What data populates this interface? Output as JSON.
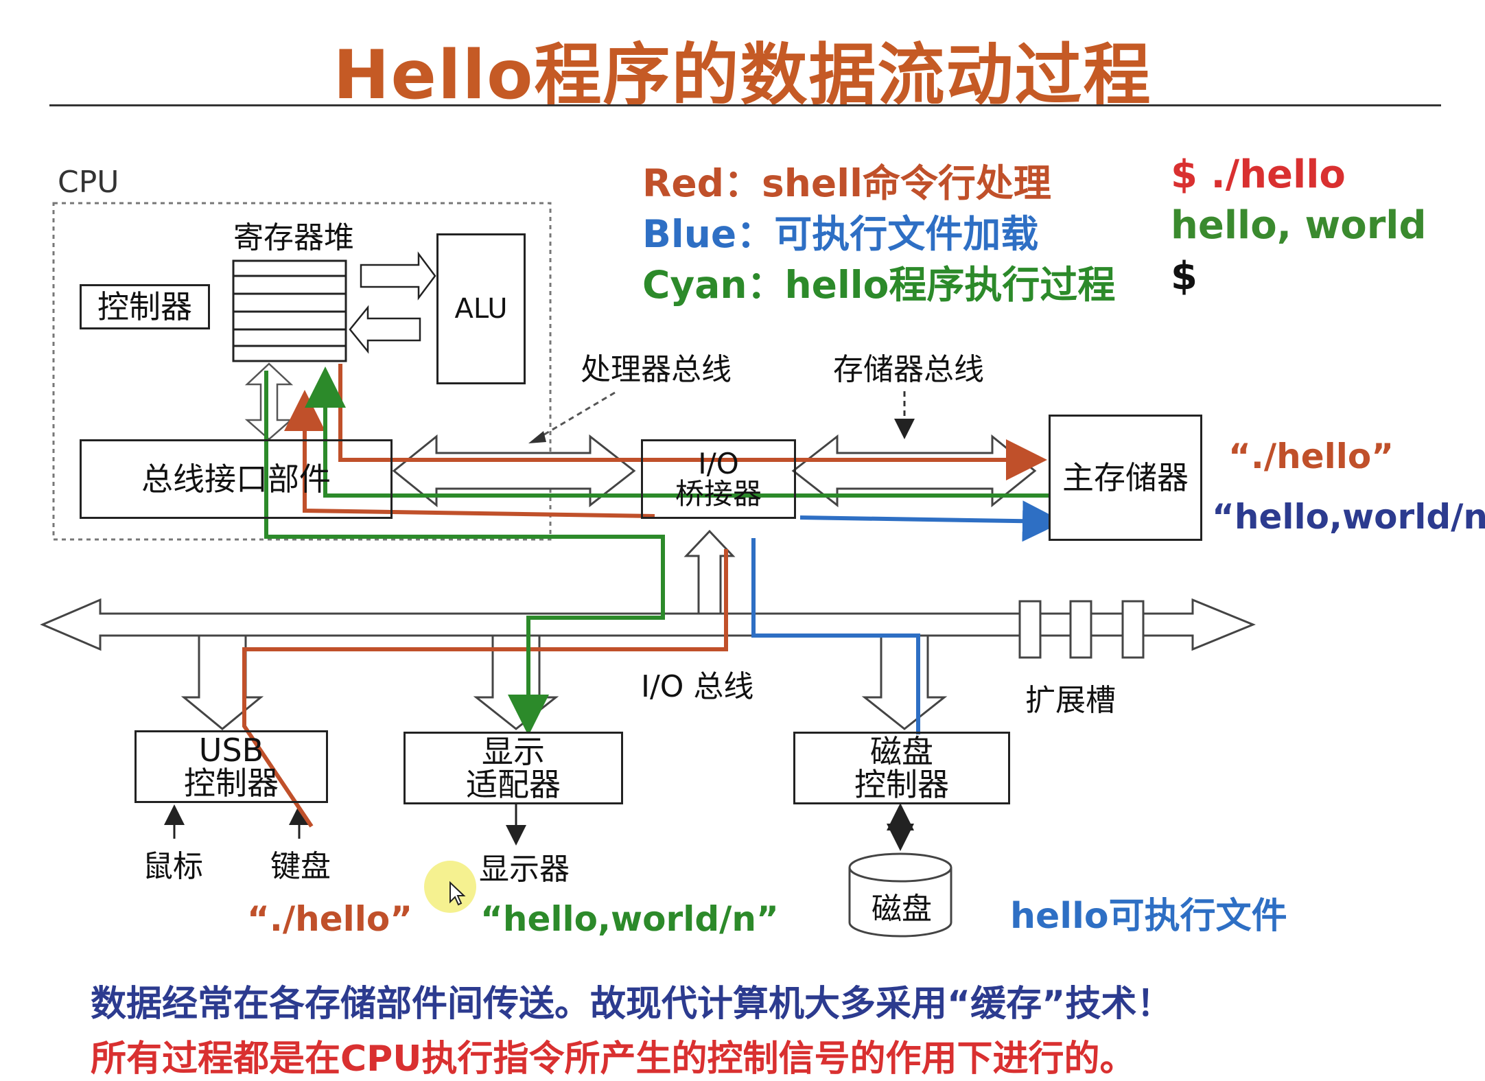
{
  "title": "Hello程序的数据流动过程",
  "legend": {
    "red": "Red：shell命令行处理",
    "blue": "Blue：可执行文件加载",
    "cyan": "Cyan：hello程序执行过程"
  },
  "terminal": {
    "line1": "$ ./hello",
    "line2": "hello, world",
    "line3": "$"
  },
  "colors": {
    "title": "#c55a25",
    "red_path": "#c0502a",
    "blue_path": "#2e6fc4",
    "cyan_path": "#2c8a2a",
    "terminal_red": "#d93030",
    "terminal_green": "#3a8a2e",
    "note_blue": "#2c3b8f",
    "note_red": "#d93030"
  },
  "diagram": {
    "cpu_label": "CPU",
    "register_file_label": "寄存器堆",
    "controller_label": "控制器",
    "alu_label": "ALU",
    "bus_interface_label": "总线接口部件",
    "processor_bus_label": "处理器总线",
    "memory_bus_label": "存储器总线",
    "io_bridge_label_1": "I/O",
    "io_bridge_label_2": "桥接器",
    "main_memory_label": "主存储器",
    "main_memory_data_1": "“./hello”",
    "main_memory_data_2": "“hello,world/n”",
    "io_bus_label": "I/O 总线",
    "expansion_slots_label": "扩展槽",
    "usb_controller_label_1": "USB",
    "usb_controller_label_2": "控制器",
    "display_adapter_label_1": "显示",
    "display_adapter_label_2": "适配器",
    "disk_controller_label_1": "磁盘",
    "disk_controller_label_2": "控制器",
    "mouse_label": "鼠标",
    "keyboard_label": "键盘",
    "display_label": "显示器",
    "disk_label": "磁盘",
    "keyboard_input": "“./hello”",
    "display_output": "“hello,world/n”",
    "disk_file_label": "hello可执行文件"
  },
  "notes": {
    "line1": "数据经常在各存储部件间传送。故现代计算机大多采用“缓存”技术！",
    "line2": "所有过程都是在CPU执行指令所产生的控制信号的作用下进行的。"
  }
}
